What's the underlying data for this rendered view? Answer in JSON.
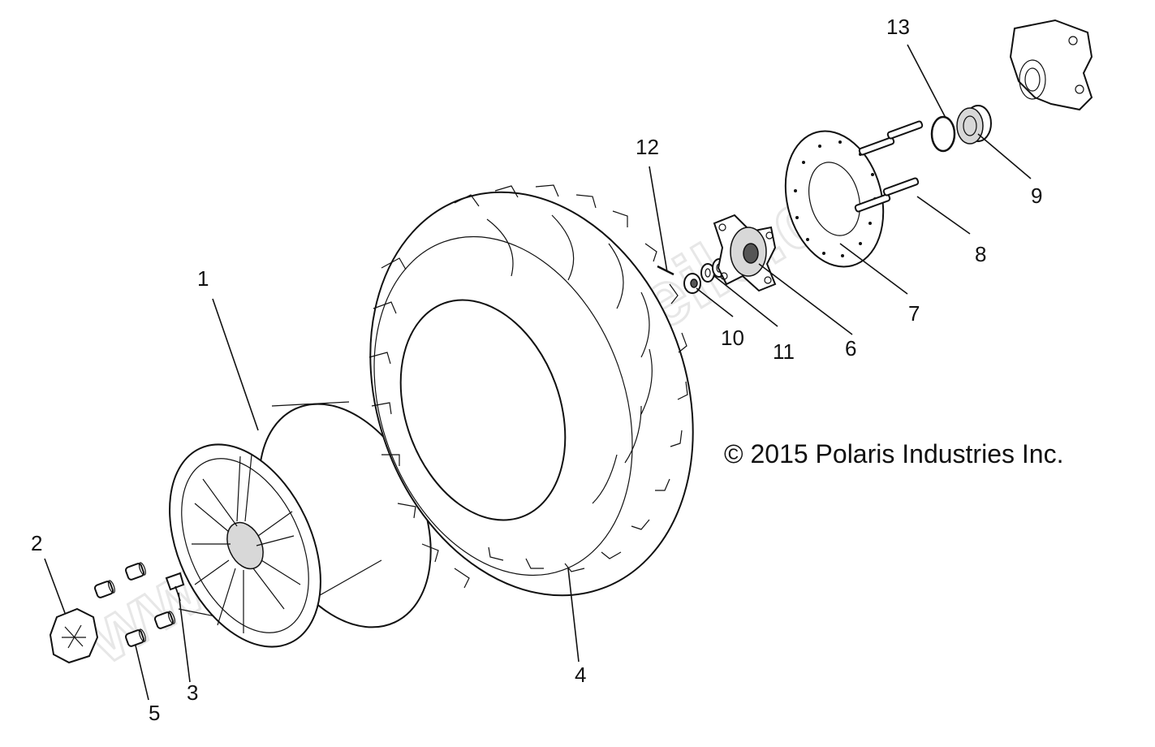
{
  "copyright": "© 2015 Polaris Industries Inc.",
  "watermark": "www.polaris-atv-teile.de",
  "callouts": {
    "c1": "1",
    "c2": "2",
    "c3": "3",
    "c4": "4",
    "c5": "5",
    "c6": "6",
    "c7": "7",
    "c8": "8",
    "c9": "9",
    "c10": "10",
    "c11": "11",
    "c12": "12",
    "c13": "13"
  }
}
